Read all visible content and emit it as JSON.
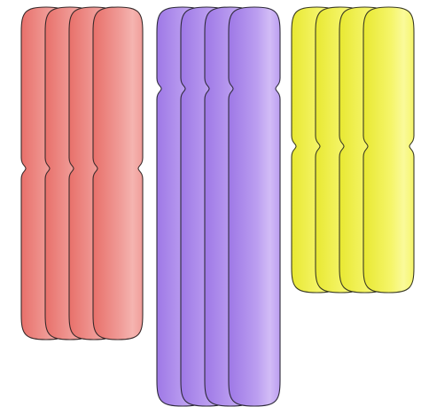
{
  "groups": [
    {
      "name": "chromosome-group-red",
      "count": 4,
      "colors": {
        "dark": "#e8706a",
        "mid": "#f09c98",
        "light": "#f5b4b0",
        "stroke": "#3a2a2a"
      }
    },
    {
      "name": "chromosome-group-purple",
      "count": 4,
      "colors": {
        "dark": "#9e78e6",
        "mid": "#bb9ef0",
        "light": "#d2bcf6",
        "stroke": "#2e2a3a"
      }
    },
    {
      "name": "chromosome-group-yellow",
      "count": 4,
      "colors": {
        "dark": "#e8e832",
        "mid": "#f5f56a",
        "light": "#fafa9a",
        "stroke": "#3a3a22"
      }
    }
  ]
}
